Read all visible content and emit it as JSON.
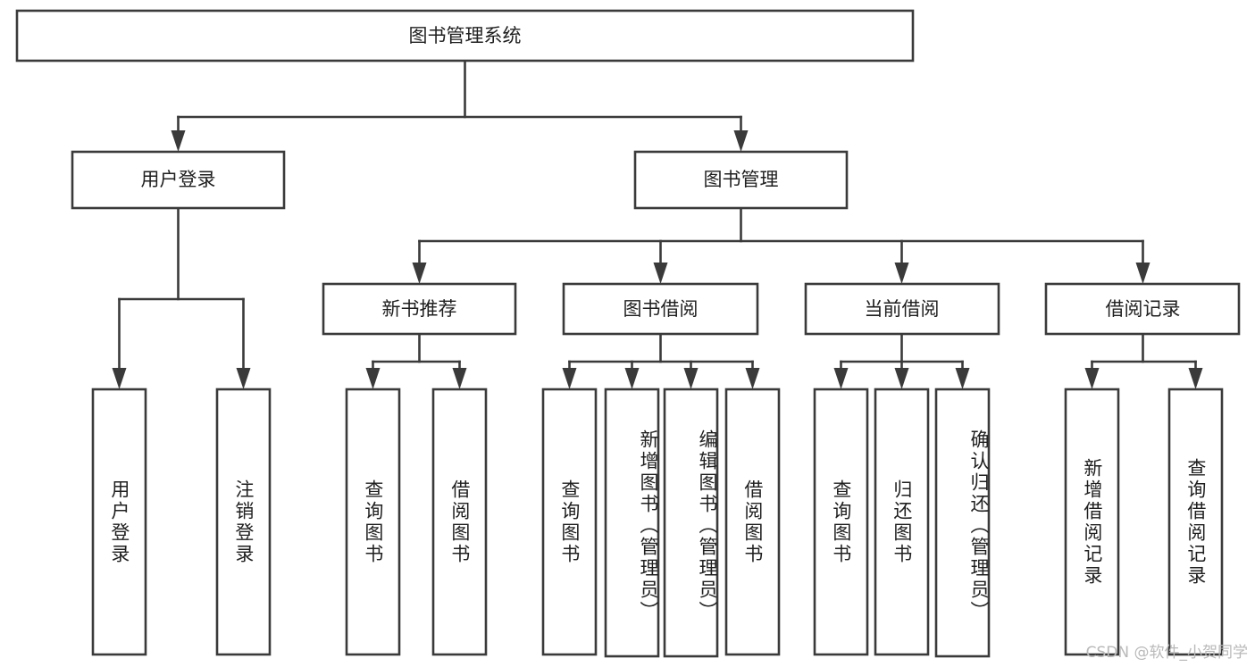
{
  "diagram": {
    "type": "tree-hierarchy-chart",
    "title": "图书管理系统",
    "watermark": "CSDN @软件_小贺同学",
    "colors": {
      "background": "#ffffff",
      "box_fill": "#ffffff",
      "box_stroke": "#3a3a3a",
      "connector": "#3a3a3a",
      "text": "#1f1f1f",
      "watermark": "#b9b9b9"
    },
    "nodes": {
      "root": {
        "label": "图书管理系统",
        "level": 0,
        "orientation": "horizontal"
      },
      "level1": [
        {
          "id": "user-login",
          "label": "用户登录",
          "orientation": "horizontal"
        },
        {
          "id": "book-manage",
          "label": "图书管理",
          "orientation": "horizontal"
        }
      ],
      "level2": [
        {
          "id": "new-book-recommend",
          "label": "新书推荐",
          "parent": "book-manage",
          "orientation": "horizontal"
        },
        {
          "id": "book-borrow",
          "label": "图书借阅",
          "parent": "book-manage",
          "orientation": "horizontal"
        },
        {
          "id": "current-borrow",
          "label": "当前借阅",
          "parent": "book-manage",
          "orientation": "horizontal"
        },
        {
          "id": "borrow-record",
          "label": "借阅记录",
          "parent": "book-manage",
          "orientation": "horizontal"
        }
      ],
      "leaves": [
        {
          "id": "leaf-user-login",
          "label": "用户登录",
          "parent": "user-login",
          "orientation": "vertical"
        },
        {
          "id": "leaf-user-logout",
          "label": "注销登录",
          "parent": "user-login",
          "orientation": "vertical"
        },
        {
          "id": "leaf-query-book-1",
          "label": "查询图书",
          "parent": "new-book-recommend",
          "orientation": "vertical"
        },
        {
          "id": "leaf-borrow-book-1",
          "label": "借阅图书",
          "parent": "new-book-recommend",
          "orientation": "vertical"
        },
        {
          "id": "leaf-query-book-2",
          "label": "查询图书",
          "parent": "book-borrow",
          "orientation": "vertical"
        },
        {
          "id": "leaf-add-book",
          "label": "新增图书（管理员）",
          "parent": "book-borrow",
          "orientation": "vertical"
        },
        {
          "id": "leaf-edit-book",
          "label": "编辑图书（管理员）",
          "parent": "book-borrow",
          "orientation": "vertical"
        },
        {
          "id": "leaf-borrow-book-2",
          "label": "借阅图书",
          "parent": "book-borrow",
          "orientation": "vertical"
        },
        {
          "id": "leaf-query-book-3",
          "label": "查询图书",
          "parent": "current-borrow",
          "orientation": "vertical"
        },
        {
          "id": "leaf-return-book",
          "label": "归还图书",
          "parent": "current-borrow",
          "orientation": "vertical"
        },
        {
          "id": "leaf-confirm-return",
          "label": "确认归还（管理员）",
          "parent": "current-borrow",
          "orientation": "vertical"
        },
        {
          "id": "leaf-add-record",
          "label": "新增借阅记录",
          "parent": "borrow-record",
          "orientation": "vertical"
        },
        {
          "id": "leaf-query-record",
          "label": "查询借阅记录",
          "parent": "borrow-record",
          "orientation": "vertical"
        }
      ]
    }
  }
}
